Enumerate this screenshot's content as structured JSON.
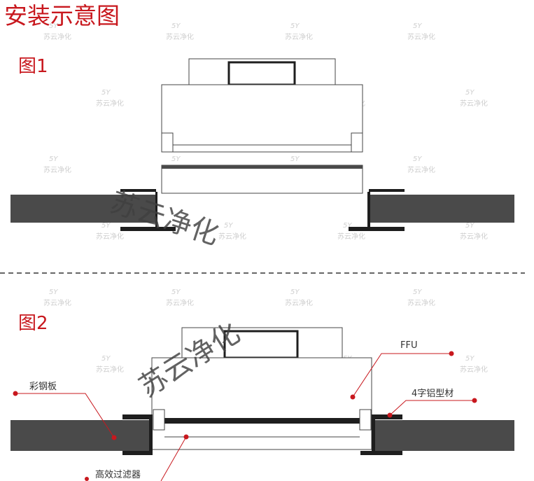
{
  "title": "安装示意图",
  "figures": [
    {
      "label": "图1"
    },
    {
      "label": "图2"
    }
  ],
  "callouts": {
    "ffu": "FFU",
    "aluminum_profile": "4字铝型材",
    "color_steel_plate": "彩钢板",
    "hepa_filter": "高效过滤器"
  },
  "watermark": "苏云净化",
  "background_logo": {
    "badge": "5Y",
    "text": "苏云净化"
  },
  "colors": {
    "accent_red": "#c8181e",
    "panel_dark": "#4a4a4a",
    "frame_black": "#1e1e1e",
    "line_gray": "#444444"
  }
}
